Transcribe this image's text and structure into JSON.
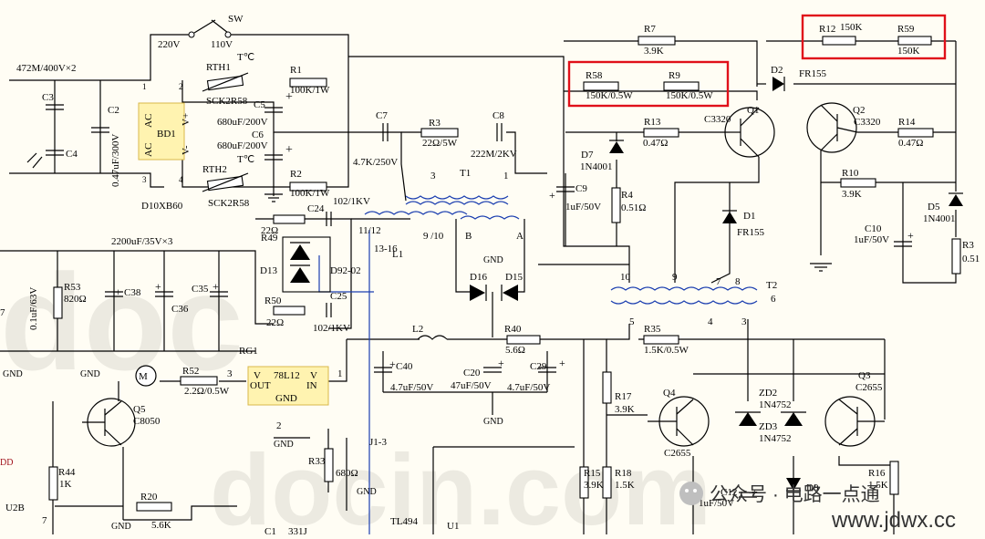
{
  "switch": {
    "ref": "SW",
    "pos_a": "220V",
    "pos_b": "110V"
  },
  "input_caps": {
    "main": "472M/400V×2",
    "c3": "C3",
    "c4": "C4",
    "c2": "C2",
    "c2_val": "0.47uF/300V"
  },
  "bridge": {
    "ref": "BD1",
    "part": "D10XB60",
    "ac1": "AC",
    "ac2": "AC",
    "vp": "V+",
    "vm": "V-",
    "p1": "1",
    "p2": "2",
    "p3": "3",
    "p4": "4"
  },
  "thermistors": {
    "rth1": "RTH1",
    "rth2": "RTH2",
    "t1": "T℃",
    "t2": "T℃",
    "part1": "SCK2R58",
    "part2": "SCK2R58"
  },
  "resistors": {
    "r1": "R1",
    "r1_val": "100K/1W",
    "r2": "R2",
    "r2_val": "100K/1W",
    "r3": "R3",
    "r3_val": "22Ω/5W",
    "r7": "R7",
    "r7_val": "3.9K",
    "r12": "R12",
    "r12_val": "150K",
    "r59": "R59",
    "r59_val": "150K",
    "r58": "R58",
    "r58_val": "150K/0.5W",
    "r9": "R9",
    "r9_val": "150K/0.5W",
    "r13": "R13",
    "r13_val": "0.47Ω",
    "r14": "R14",
    "r14_val": "0.47Ω",
    "r4": "R4",
    "r4_val": "0.51Ω",
    "r10": "R10",
    "r10_val": "3.9K",
    "r3b": "R3",
    "r3b_val": "0.51",
    "r49": "R49",
    "r49_val": "22Ω",
    "r50": "R50",
    "r50_val": "22Ω",
    "r53": "R53",
    "r53_val": "820Ω",
    "r35": "R35",
    "r35_val": "1.5K/0.5W",
    "r40": "R40",
    "r40_val": "5.6Ω",
    "r52": "R52",
    "r52_val": "2.2Ω/0.5W",
    "r17": "R17",
    "r17_val": "3.9K",
    "r33": "R33",
    "r33_val": "680Ω",
    "r44": "R44",
    "r44_val": "1K",
    "r20": "R20",
    "r20_val": "5.6K",
    "r15": "R15",
    "r15_val": "3.9K",
    "r18": "R18",
    "r18_val": "1.5K",
    "r16": "R16",
    "r16_val": "1.5K"
  },
  "capacitors": {
    "c5": "C5",
    "c6": "C6",
    "c5_val": "680uF/200V",
    "c6_val": "680uF/200V",
    "c7": "C7",
    "c7_val": "4.7K/250V",
    "c8": "C8",
    "c8_val": "222M/2KV",
    "c9": "C9",
    "c9_val": "1uF/50V",
    "c10": "C10",
    "c10_val": "1uF/50V",
    "c24": "C24",
    "c24_val": "102/1KV",
    "c25": "C25",
    "c25_val": "102/1KV",
    "bank": "2200uF/35V×3",
    "c38": "C38",
    "c36": "C36",
    "c35": "C35",
    "c37_val": "0.1uF/63V",
    "c37_frag": "7",
    "c40": "C40",
    "c40_val": "4.7uF/50V",
    "c20": "C20",
    "c20_val": "47uF/50V",
    "c29": "C29",
    "c29_val": "4.7uF/50V",
    "c12": "C12",
    "c12_val": "1uF/50V"
  },
  "semis": {
    "d2": "D2",
    "d2_val": "FR155",
    "d1": "D1",
    "d1_val": "FR155",
    "d7": "D7",
    "d7_val": "1N4001",
    "d5": "D5",
    "d5_val": "1N4001",
    "q1": "Q1",
    "q1_val": "C3320",
    "q2": "Q2",
    "q2_val": "C3320",
    "d13": "D13",
    "d13_val": "D92-02",
    "d16": "D16",
    "d15": "D15",
    "q5": "Q5",
    "q5_val": "C8050",
    "q4": "Q4",
    "q4_val": "C2655",
    "q3": "Q3",
    "q3_val": "C2655",
    "zd2": "ZD2",
    "zd2_val": "1N4752",
    "zd3": "ZD3",
    "zd3_val": "1N4752",
    "d9": "D9"
  },
  "magnetics": {
    "t1": "T1",
    "t1_p3": "3",
    "t1_p1": "1",
    "t2": "T2",
    "l1": "L1",
    "l2": "L2",
    "t2_10": "10",
    "t2_9": "9",
    "t2_7": "7",
    "t2_8": "8",
    "t2_6": "6",
    "t2_5": "5",
    "t2_4": "4",
    "t2_3": "3",
    "w1112": "11/12",
    "w1316": "13-16",
    "w910": "9 /10",
    "pin_b": "B",
    "pin_a": "A"
  },
  "regulator": {
    "ref": "RG1",
    "part": "78L12",
    "out": "OUT",
    "in": "IN",
    "gnd": "GND",
    "v1": "V",
    "v2": "V",
    "p1": "1",
    "p2": "2",
    "p3": "3"
  },
  "misc": {
    "motor": "M",
    "gnd": "GND",
    "j13": "J1-3",
    "tl494": "TL494",
    "u1": "U1",
    "u2b": "U2B",
    "pin7": "7",
    "dd": "DD",
    "frag331": "331J",
    "frag_c": "C1"
  },
  "footer": {
    "wechat": "公众号 · 电路一点通",
    "site": "www.jdwx.cc",
    "wm1": "doc",
    "wm2": "docin.com"
  },
  "colors": {
    "highlight": "#e0101a",
    "wire": "#000000",
    "trace": "#1c3fb0",
    "module": "#fff3b0"
  }
}
